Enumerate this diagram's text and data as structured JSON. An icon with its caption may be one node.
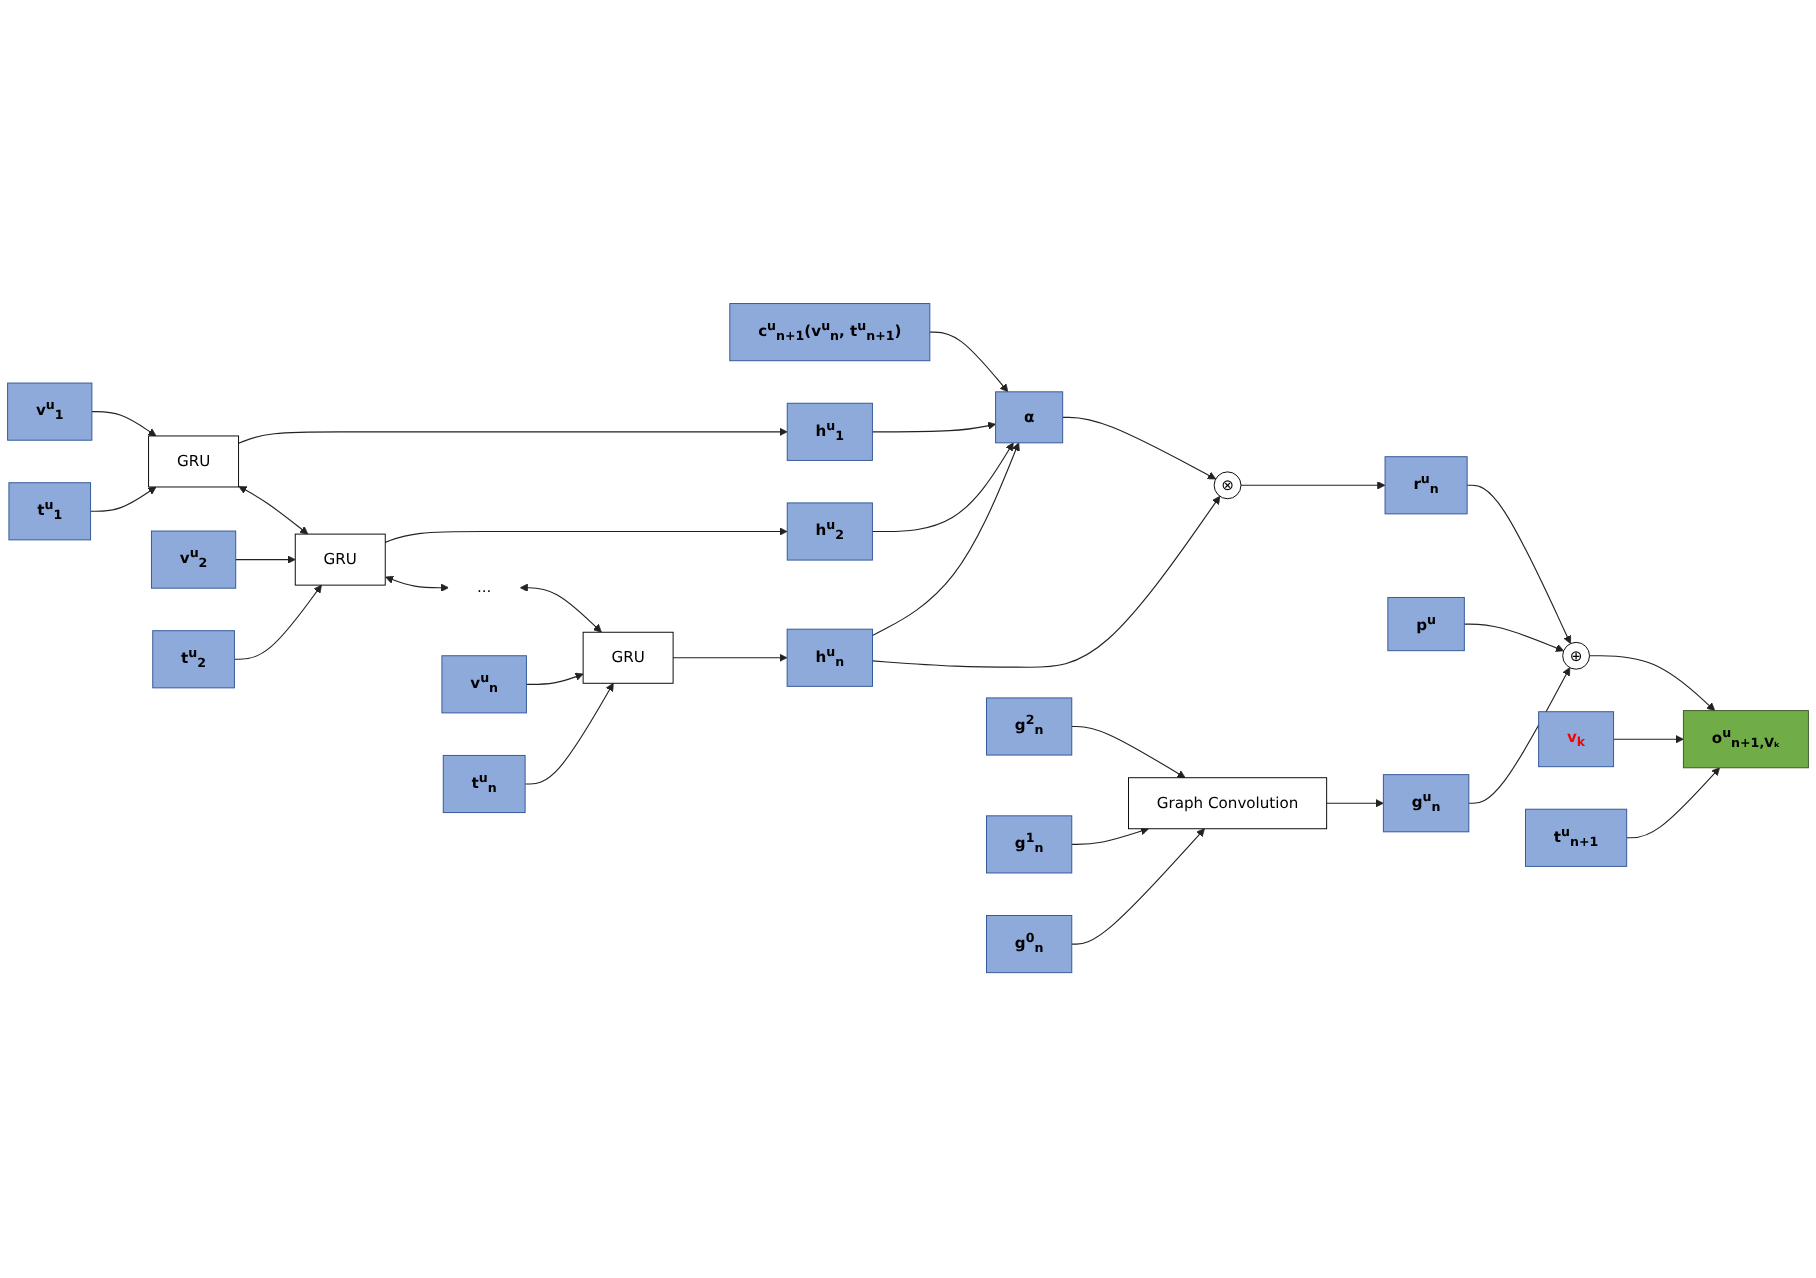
{
  "diagram": {
    "nodes": [
      {
        "text": [
          "c$^{u}$$_{n+1}$(v$^{u}$$_{n}$, t$^{u}$$_{n+1}$)"
        ]
      },
      {
        "text": [
          "α"
        ]
      },
      {
        "text": [
          "p$^{u}$"
        ]
      },
      {
        "text": [
          "h$^{u}$$_{1}$"
        ]
      },
      {
        "text": [
          "h$^{u}$$_{2}$"
        ]
      },
      {
        "text": [
          "h$^{u}$$_{n}$"
        ]
      },
      {
        "text": [
          "⊗"
        ]
      },
      {
        "text": [
          "r$^{u}$$_{n}$"
        ]
      },
      {
        "text": [
          "⊕"
        ]
      },
      {
        "text": [
          "o$^{u}$$_{n+1,Vₖ}$"
        ]
      },
      {
        "text": [
          "GRU"
        ]
      },
      {
        "text": [
          "GRU"
        ]
      },
      {
        "text": [
          "..."
        ]
      },
      {
        "text": [
          "GRU"
        ]
      },
      {
        "text": [
          "g$^{u}$$_{n}$"
        ]
      },
      {
        "text": [
          "v$^{u}$$_{1}$"
        ]
      },
      {
        "text": [
          "t$^{u}$$_{1}$"
        ]
      },
      {
        "text": [
          "v$^{u}$$_{2}$"
        ]
      },
      {
        "text": [
          "t$^{u}$$_{2}$"
        ]
      },
      {
        "text": [
          "v$^{u}$$_{n}$"
        ]
      },
      {
        "text": [
          "t$^{u}$$_{n}$"
        ]
      },
      {
        "text": [
          "v$_{k}$"
        ]
      },
      {
        "text": [
          "t$^{u}$$_{n+1}$"
        ]
      },
      {
        "text": [
          "Graph Convolution"
        ]
      },
      {
        "text": [
          "g$^{2}$$_{n}$"
        ]
      },
      {
        "text": [
          "g$^{1}$$_{n}$"
        ]
      },
      {
        "text": [
          "g$^{0}$$_{n}$"
        ]
      }
    ],
    "edges": [
      {
        "from": 0,
        "to": 1,
        "arrow": "to"
      },
      {
        "from": 3,
        "to": 1,
        "arrow": "to"
      },
      {
        "from": 4,
        "to": 1,
        "arrow": "to"
      },
      {
        "from": 5,
        "to": 1,
        "arrow": "to"
      },
      {
        "from": 1,
        "to": 6,
        "arrow": "to"
      },
      {
        "from": 5,
        "to": 6,
        "arrow": "to"
      },
      {
        "from": 6,
        "to": 7,
        "arrow": "to"
      },
      {
        "from": 7,
        "to": 8,
        "arrow": "to"
      },
      {
        "from": 2,
        "to": 8,
        "arrow": "to"
      },
      {
        "from": 14,
        "to": 8,
        "arrow": "to"
      },
      {
        "from": 8,
        "to": 9,
        "arrow": "to"
      },
      {
        "from": 10,
        "to": 3,
        "arrow": "to"
      },
      {
        "from": 11,
        "to": 4,
        "arrow": "to"
      },
      {
        "from": 13,
        "to": 5,
        "arrow": "to"
      },
      {
        "from": 10,
        "to": 11,
        "arrow": "both"
      },
      {
        "from": 11,
        "to": 12,
        "arrow": "both"
      },
      {
        "from": 12,
        "to": 13,
        "arrow": "both"
      },
      {
        "from": 15,
        "to": 10,
        "arrow": "to"
      },
      {
        "from": 16,
        "to": 10,
        "arrow": "to"
      },
      {
        "from": 17,
        "to": 11,
        "arrow": "to"
      },
      {
        "from": 18,
        "to": 11,
        "arrow": "to"
      },
      {
        "from": 19,
        "to": 13,
        "arrow": "to"
      },
      {
        "from": 20,
        "to": 13,
        "arrow": "to"
      },
      {
        "from": 21,
        "to": 9,
        "arrow": "to"
      },
      {
        "from": 22,
        "to": 9,
        "arrow": "to"
      },
      {
        "from": 23,
        "to": 14,
        "arrow": "to"
      },
      {
        "from": 24,
        "to": 23,
        "arrow": "to"
      },
      {
        "from": 25,
        "to": 23,
        "arrow": "to"
      },
      {
        "from": 26,
        "to": 23,
        "arrow": "to"
      }
    ]
  }
}
